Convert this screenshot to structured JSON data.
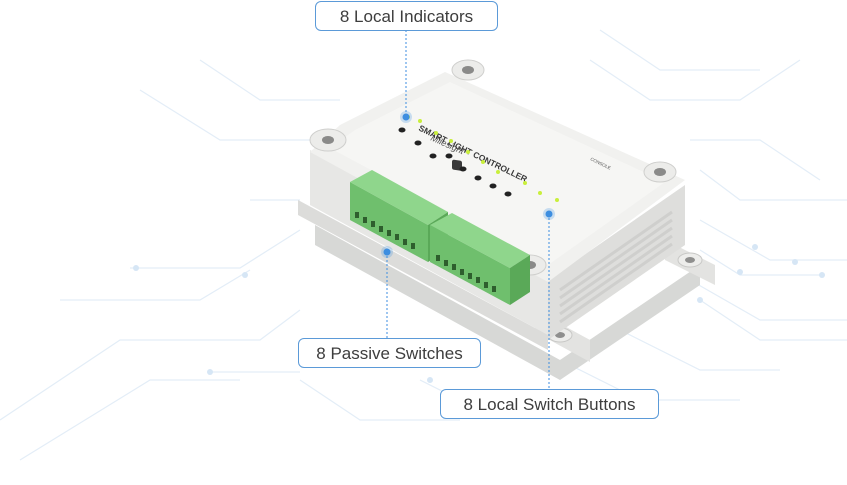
{
  "callouts": {
    "indicators": "8 Local Indicators",
    "switches": "8 Passive Switches",
    "buttons": "8 Local Switch Buttons"
  },
  "device": {
    "brand": "Milesight",
    "label": "SMART LIGHT CONTROLLER",
    "port_label": "CONSOLE",
    "body_color": "#ececea",
    "terminal_color": "#7cc97a",
    "led_color": "#c9ef3b"
  },
  "colors": {
    "accent": "#3d8ee0",
    "callout_border": "#5b9ad8",
    "circuit_lines": "#e3edf7"
  }
}
